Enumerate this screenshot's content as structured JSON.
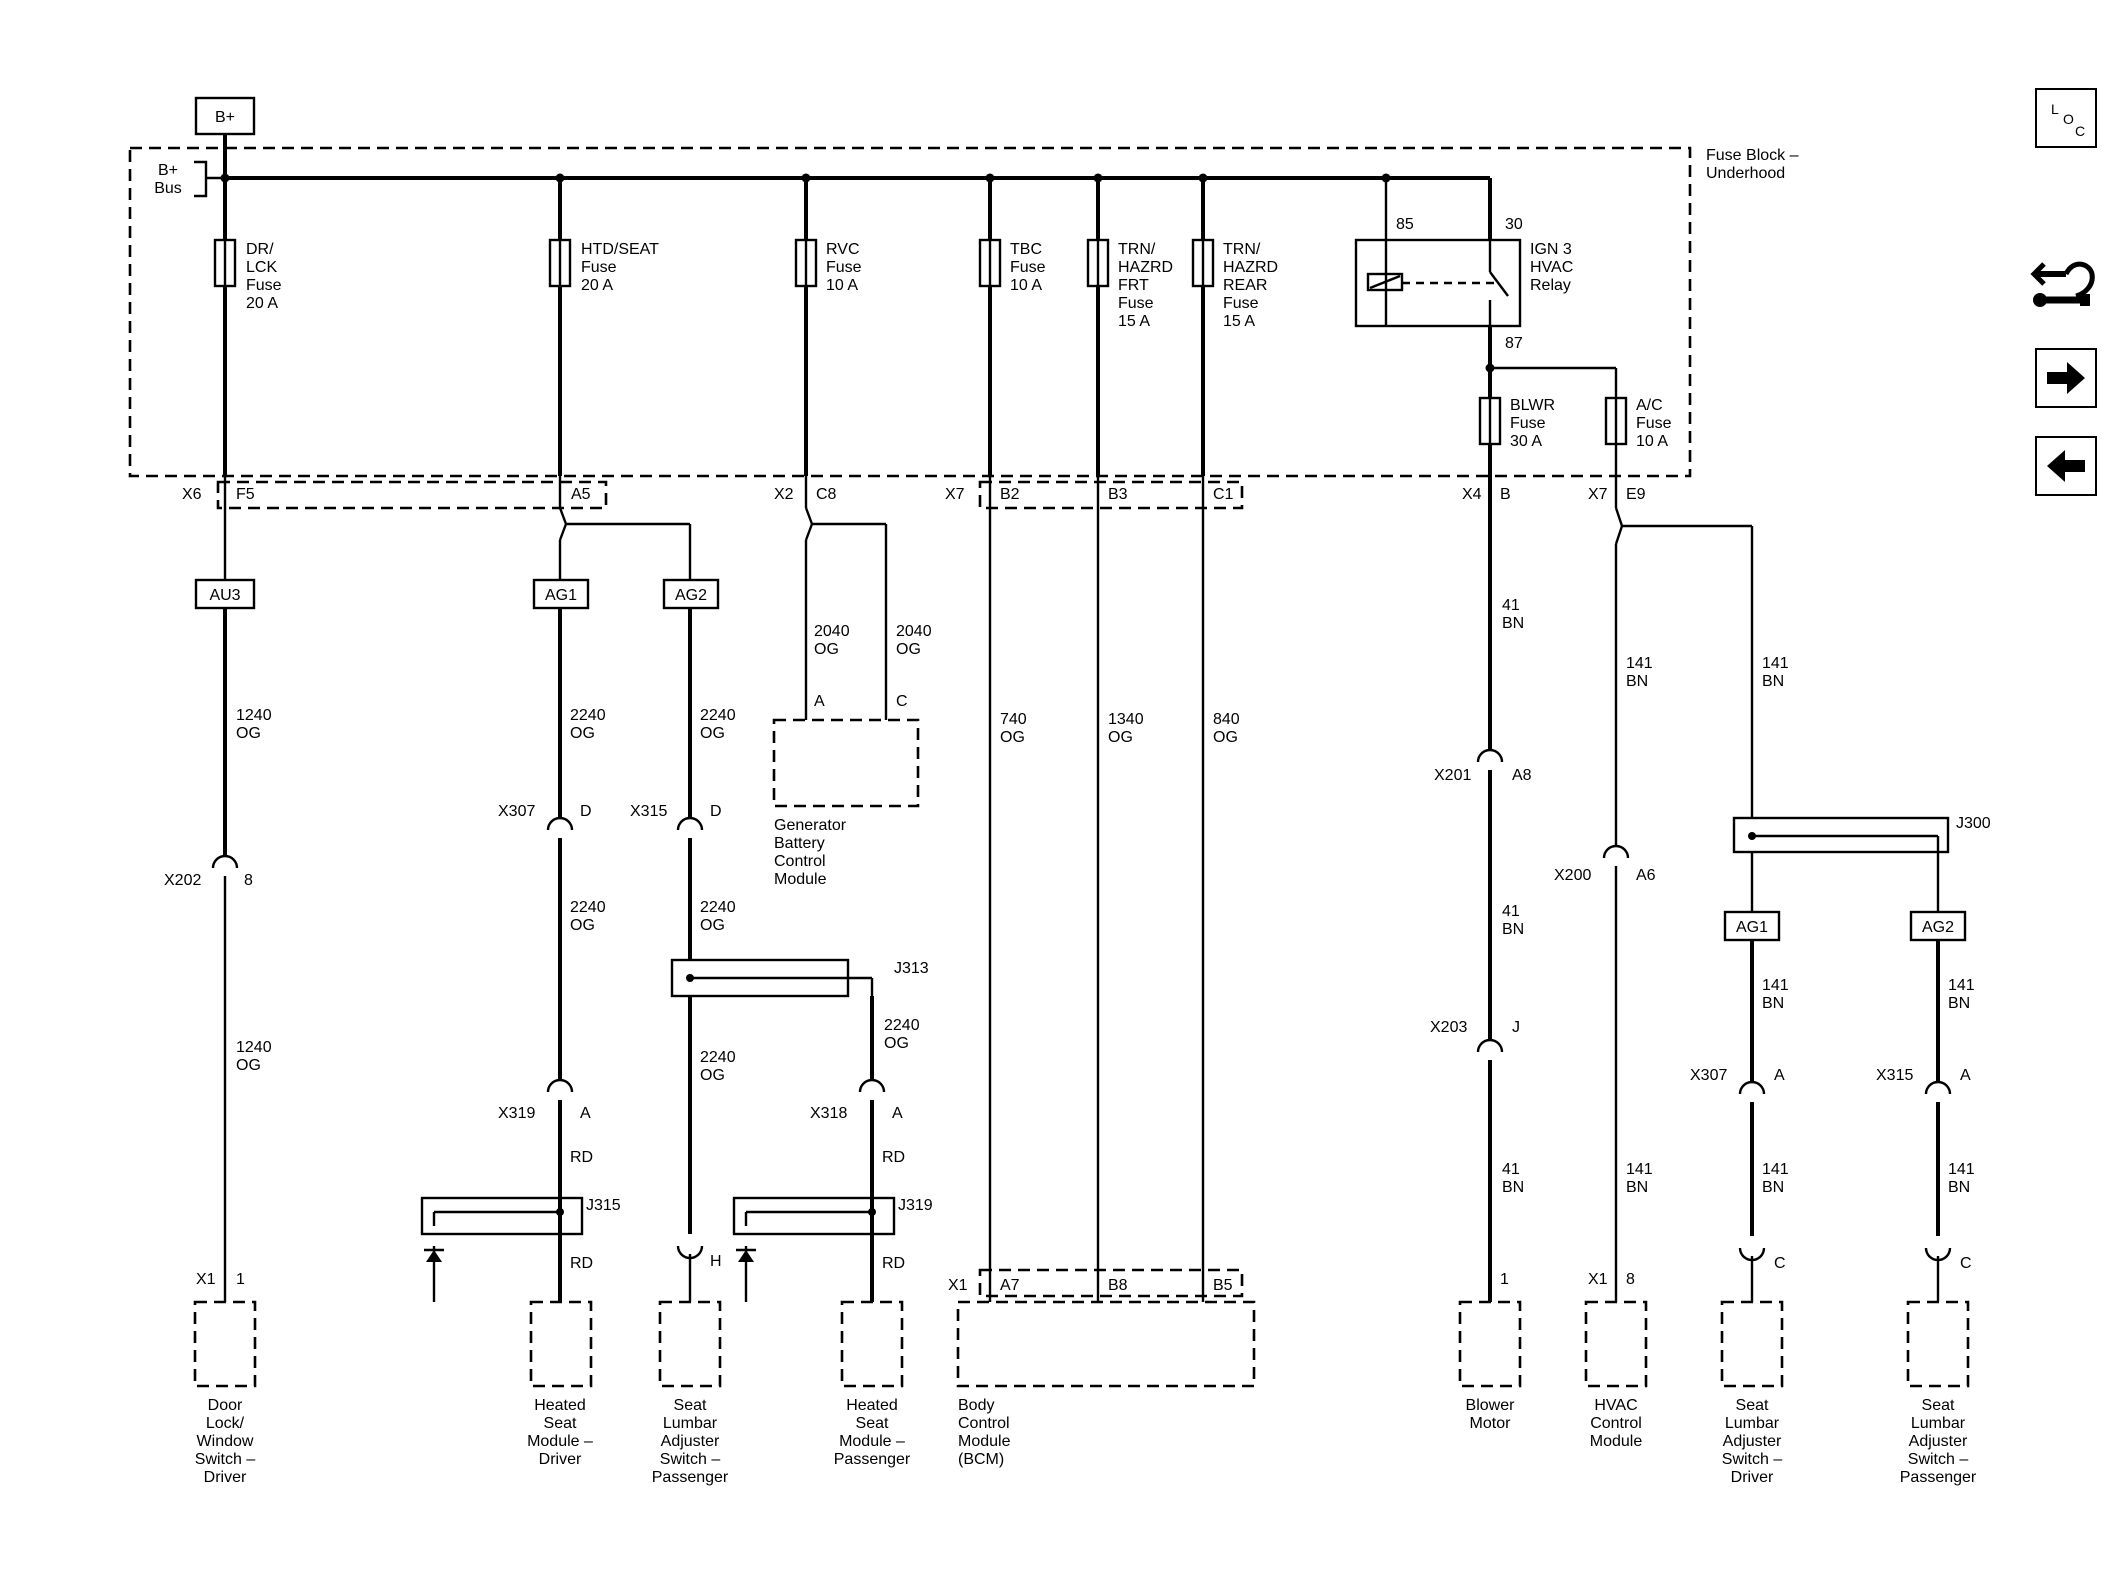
{
  "title": {
    "power_source": "B+",
    "bus": "B+ Bus",
    "fuse_block": "Fuse Block – Underhood"
  },
  "fuses": [
    {
      "name": "DR/LCK",
      "label": "Fuse",
      "rating": "20 A"
    },
    {
      "name": "HTD/SEAT",
      "label": "Fuse",
      "rating": "20 A"
    },
    {
      "name": "RVC",
      "label": "Fuse",
      "rating": "10 A"
    },
    {
      "name": "TBC",
      "label": "Fuse",
      "rating": "10 A"
    },
    {
      "name": "TRN/ HAZRD FRT",
      "label": "Fuse",
      "rating": "15 A"
    },
    {
      "name": "TRN/ HAZRD REAR",
      "label": "Fuse",
      "rating": "15 A"
    },
    {
      "name": "BLWR",
      "label": "Fuse",
      "rating": "30 A"
    },
    {
      "name": "A/C",
      "label": "Fuse",
      "rating": "10 A"
    }
  ],
  "relay": {
    "name": "IGN 3 HVAC Relay",
    "pin_85": "85",
    "pin_30": "30",
    "pin_87": "87"
  },
  "connectors": {
    "x6": "X6",
    "f5": "F5",
    "a5": "A5",
    "x2": "X2",
    "c8": "C8",
    "x7": "X7",
    "b2": "B2",
    "b3": "B3",
    "c1": "C1",
    "x4": "X4",
    "b": "B",
    "e9": "E9"
  },
  "splices": [
    "AU3",
    "AG1",
    "AG2",
    "AG1",
    "AG2"
  ],
  "junctions": [
    "J313",
    "J315",
    "J319",
    "J300"
  ],
  "wires": {
    "w1240": "1240",
    "w2240": "2240",
    "w2040": "2040",
    "w740": "740",
    "w1340": "1340",
    "w840": "840",
    "w41": "41",
    "w141": "141",
    "og": "OG",
    "bn": "BN",
    "rd": "RD"
  },
  "inline_connectors": [
    {
      "id": "X202",
      "pin": "8"
    },
    {
      "id": "X307",
      "pin": "D"
    },
    {
      "id": "X315",
      "pin": "D"
    },
    {
      "id": "X319",
      "pin": "A"
    },
    {
      "id": "X318",
      "pin": "A"
    },
    {
      "id": "X201",
      "pin": "A8"
    },
    {
      "id": "X203",
      "pin": "J"
    },
    {
      "id": "X200",
      "pin": "A6"
    },
    {
      "id": "X307",
      "pin": "A"
    },
    {
      "id": "X315",
      "pin": "A"
    }
  ],
  "component_pins": {
    "x1": "X1",
    "p1": "1",
    "pH": "H",
    "a7": "A7",
    "b8": "B8",
    "b5": "B5",
    "p8": "8",
    "pC": "C",
    "gen_a": "A",
    "gen_c": "C"
  },
  "components": [
    "Door Lock/ Window Switch – Driver",
    "Heated Seat Module – Driver",
    "Seat Lumbar Adjuster Switch – Passenger",
    "Heated Seat Module – Passenger",
    "Body Control Module (BCM)",
    "Blower Motor",
    "HVAC Control Module",
    "Seat Lumbar Adjuster Switch – Driver",
    "Seat Lumbar Adjuster Switch – Passenger",
    "Generator Battery Control Module"
  ],
  "nav": {
    "loc_icon": "loc-badge-icon",
    "tool_icon": "wrench-harness-icon",
    "next_icon": "arrow-right-icon",
    "prev_icon": "arrow-left-icon",
    "loc_l": "L",
    "loc_o": "O",
    "loc_c": "C"
  }
}
